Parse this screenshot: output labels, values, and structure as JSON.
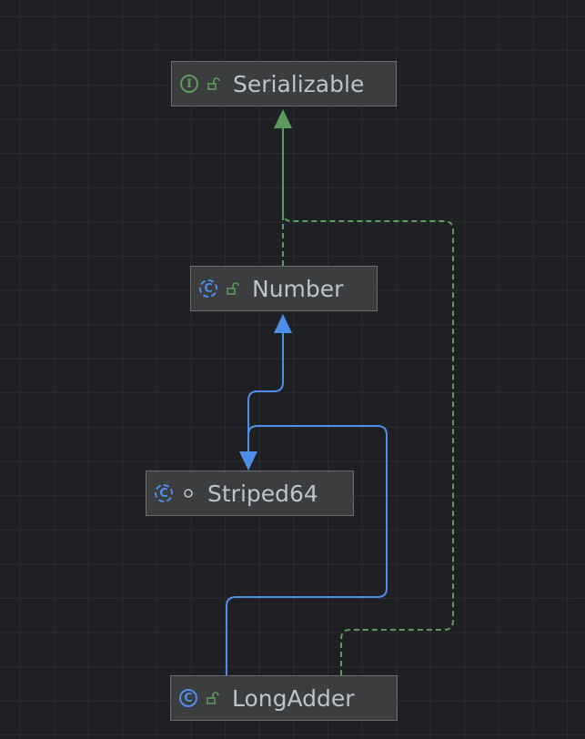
{
  "nodes": [
    {
      "id": "serializable",
      "name": "Serializable",
      "kind": "interface",
      "kind_glyph": "I",
      "visibility": "public"
    },
    {
      "id": "number",
      "name": "Number",
      "kind": "abstract-class",
      "kind_glyph": "C",
      "visibility": "public"
    },
    {
      "id": "striped64",
      "name": "Striped64",
      "kind": "abstract-class",
      "kind_glyph": "C",
      "visibility": "package-private"
    },
    {
      "id": "longadder",
      "name": "LongAdder",
      "kind": "class",
      "kind_glyph": "C",
      "visibility": "public"
    }
  ],
  "edges": [
    {
      "from": "Number",
      "to": "Serializable",
      "type": "implements"
    },
    {
      "from": "LongAdder",
      "to": "Serializable",
      "type": "implements"
    },
    {
      "from": "Striped64",
      "to": "Number",
      "type": "extends"
    },
    {
      "from": "LongAdder",
      "to": "Striped64",
      "type": "extends"
    }
  ],
  "colors": {
    "implements": "#5e9a5e",
    "extends": "#4f8ee8"
  }
}
